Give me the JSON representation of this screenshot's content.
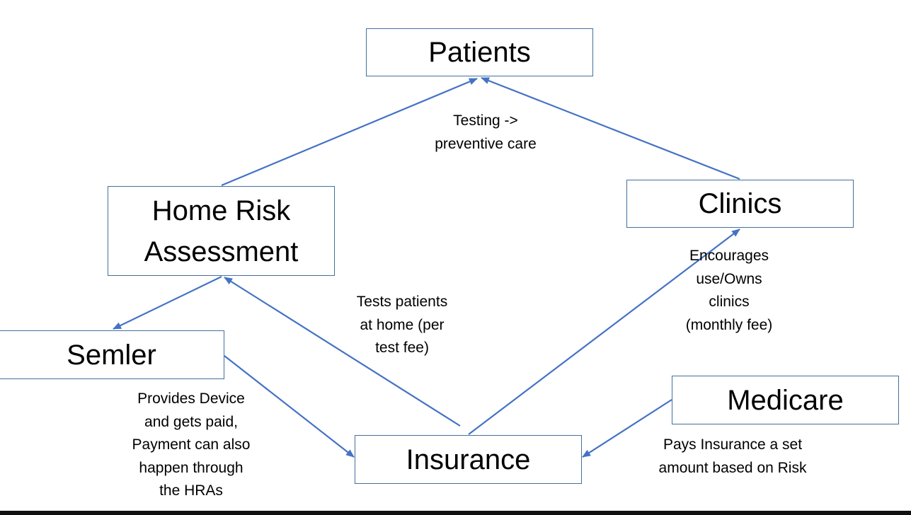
{
  "nodes": {
    "patients": "Patients",
    "hra_line1": "Home Risk",
    "hra_line2": "Assessment",
    "clinics": "Clinics",
    "semler": "Semler",
    "insurance": "Insurance",
    "medicare": "Medicare"
  },
  "edge_labels": {
    "testing": [
      "Testing ->",
      "preventive care"
    ],
    "tests_home": [
      "Tests patients",
      "at home (per",
      "test fee)"
    ],
    "encourages": [
      "Encourages",
      "use/Owns",
      "clinics",
      "(monthly fee)"
    ],
    "provides": [
      "Provides Device",
      "and gets paid,",
      "Payment can also",
      "happen through",
      "the HRAs"
    ],
    "pays": [
      "Pays Insurance a set",
      "amount based on Risk"
    ]
  },
  "colors": {
    "box_border": "#41719c",
    "arrow": "#4472c4"
  }
}
